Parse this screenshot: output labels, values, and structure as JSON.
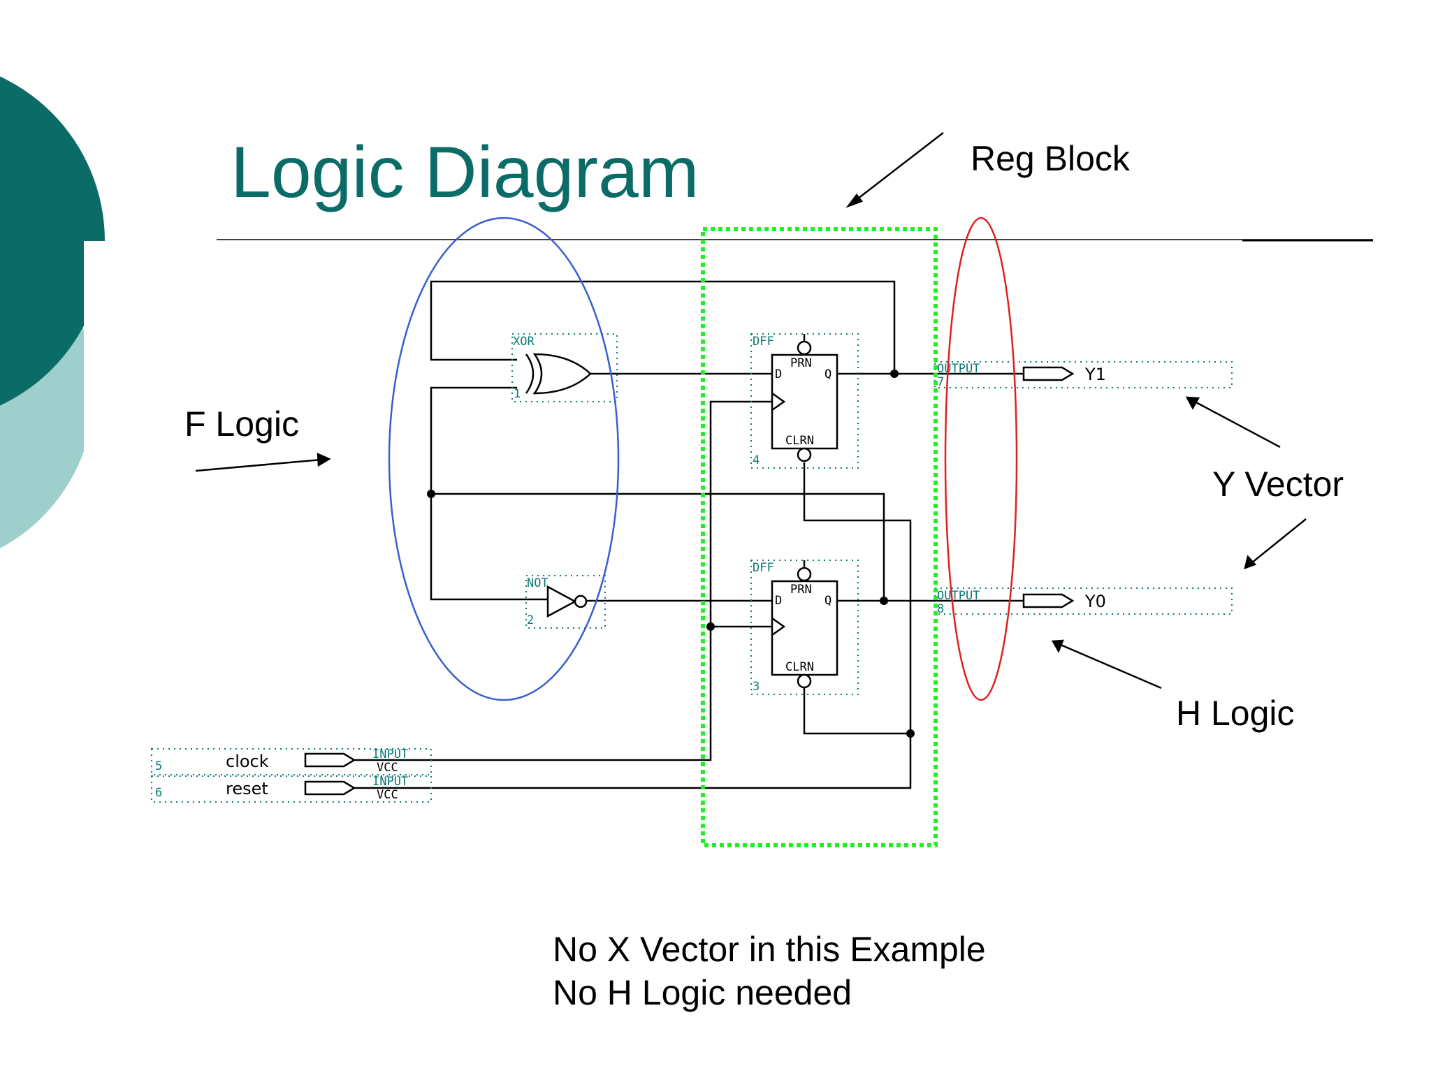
{
  "title": "Logic Diagram",
  "annotations": {
    "reg_block": "Reg Block",
    "f_logic": "F Logic",
    "y_vector": "Y Vector",
    "h_logic": "H Logic"
  },
  "footer": {
    "line1": "No X Vector in this Example",
    "line2": "No H Logic needed"
  },
  "schematic": {
    "xor_label": "XOR",
    "xor_num": "1",
    "not_label": "NOT",
    "not_num": "2",
    "dff_label": "DFF",
    "dff_top_num": "4",
    "dff_bottom_num": "3",
    "prn": "PRN",
    "clrn": "CLRN",
    "d": "D",
    "q": "Q",
    "output_label": "OUTPUT",
    "out_y1_num": "7",
    "out_y0_num": "8",
    "y1": "Y1",
    "y0": "Y0",
    "input_label": "INPUT",
    "vcc": "VCC",
    "clock": "clock",
    "reset": "reset",
    "clock_num": "5",
    "reset_num": "6"
  },
  "colors": {
    "teal_dark": "#0b6b66",
    "teal_light": "#9ecfcc",
    "blue_ellipse": "#3a5fcd",
    "red_ellipse": "#e02020",
    "green_dotted": "#22ee22",
    "pin_teal": "#0a7a74"
  }
}
